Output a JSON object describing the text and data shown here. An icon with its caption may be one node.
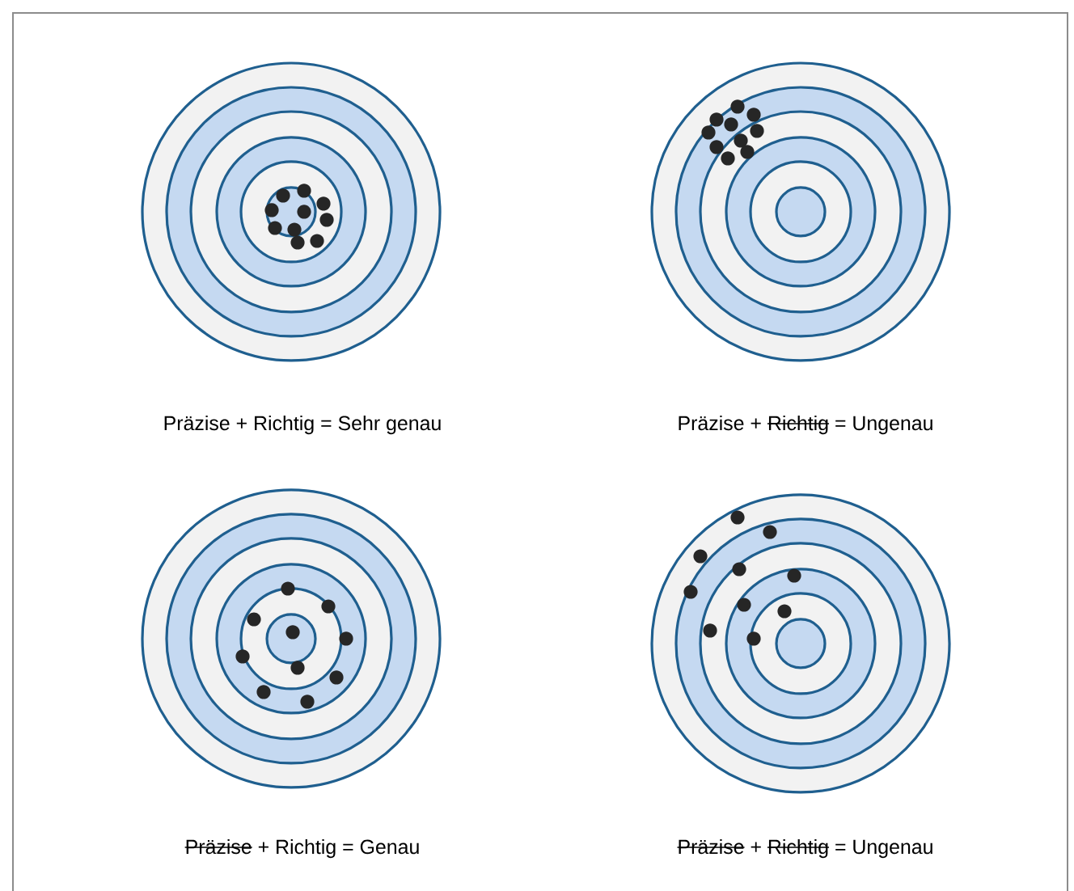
{
  "diagram": {
    "labels": [
      "Präzise + Richtig = Sehr genau",
      "Präzise +",
      "Richtig",
      "= Ungenau",
      "Präzise",
      "+ Richtig = Genau",
      "Präzise",
      "+",
      "Richtig",
      "= Ungenau"
    ]
  }
}
